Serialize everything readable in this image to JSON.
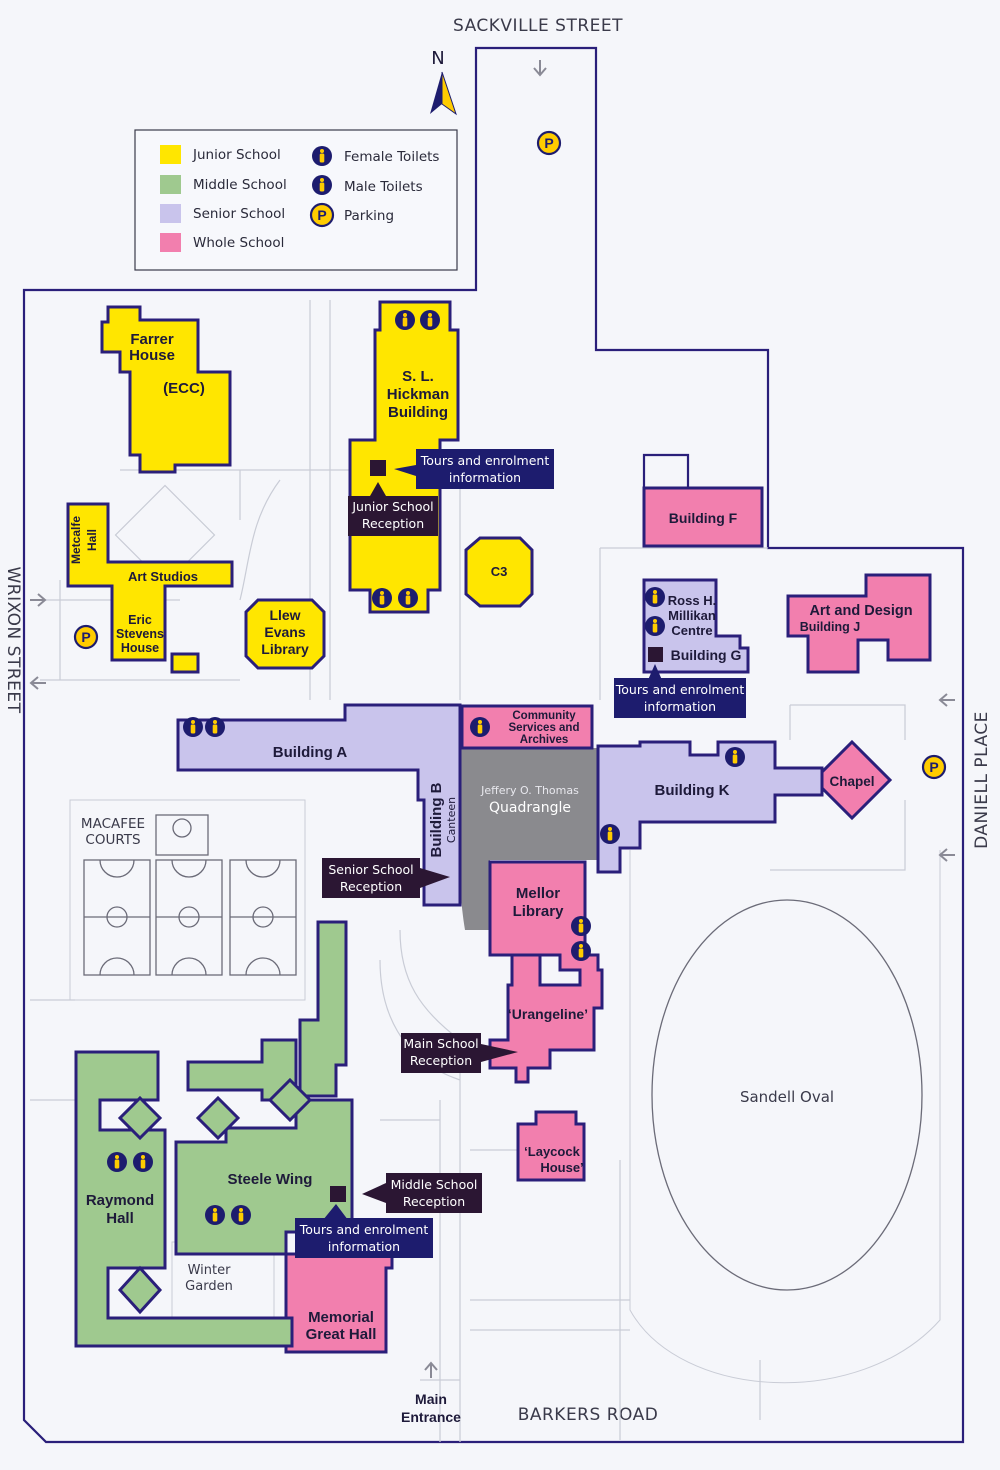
{
  "streets": {
    "north": "SACKVILLE STREET",
    "south": "BARKERS ROAD",
    "east": "DANIELL PLACE",
    "west": "WRIXON STREET"
  },
  "compass": "N",
  "legend": {
    "items": [
      {
        "label": "Junior School",
        "color": "#ffe600"
      },
      {
        "label": "Middle School",
        "color": "#9fc98f"
      },
      {
        "label": "Senior School",
        "color": "#c9c4ec"
      },
      {
        "label": "Whole School",
        "color": "#f27fae"
      }
    ],
    "icons": [
      {
        "label": "Female Toilets",
        "icon": "female-toilet-icon"
      },
      {
        "label": "Male Toilets",
        "icon": "male-toilet-icon"
      },
      {
        "label": "Parking",
        "icon": "parking-icon"
      }
    ]
  },
  "buildings": {
    "farrer_1": "Farrer",
    "farrer_2": "House",
    "farrer_3": "(ECC)",
    "hickman_1": "S. L.",
    "hickman_2": "Hickman",
    "hickman_3": "Building",
    "metcalfe_1": "Metcalfe",
    "metcalfe_2": "Hall",
    "art_studios": "Art Studios",
    "eric_1": "Eric",
    "eric_2": "Stevens",
    "eric_3": "House",
    "llew_1": "Llew",
    "llew_2": "Evans",
    "llew_3": "Library",
    "c3": "C3",
    "building_f": "Building F",
    "ross_1": "Ross H.",
    "ross_2": "Millikan",
    "ross_3": "Centre",
    "building_g": "Building G",
    "art_design": "Art and Design",
    "building_j": "Building J",
    "building_a": "Building A",
    "community_1": "Community",
    "community_2": "Services and",
    "community_3": "Archives",
    "building_b": "Building B",
    "canteen": "Canteen",
    "quad_1": "Jeffery O. Thomas",
    "quad_2": "Quadrangle",
    "building_k": "Building K",
    "chapel": "Chapel",
    "mellor_1": "Mellor",
    "mellor_2": "Library",
    "urangeline": "‘Urangeline’",
    "laycock_1": "‘Laycock",
    "laycock_2": "House’",
    "raymond_1": "Raymond",
    "raymond_2": "Hall",
    "steele": "Steele Wing",
    "memorial_1": "Memorial",
    "memorial_2": "Great Hall"
  },
  "areas": {
    "macafee_1": "MACAFEE",
    "macafee_2": "COURTS",
    "winter_1": "Winter",
    "winter_2": "Garden",
    "sandell": "Sandell Oval",
    "main_1": "Main",
    "main_2": "Entrance"
  },
  "callouts": {
    "tours_top_1": "Tours and enrolment",
    "tours_top_2": "information",
    "junior_rec_1": "Junior School",
    "junior_rec_2": "Reception",
    "tours_g_1": "Tours and enrolment",
    "tours_g_2": "information",
    "senior_rec_1": "Senior School",
    "senior_rec_2": "Reception",
    "main_rec_1": "Main School",
    "main_rec_2": "Reception",
    "middle_rec_1": "Middle School",
    "middle_rec_2": "Reception",
    "tours_mid_1": "Tours and enrolment",
    "tours_mid_2": "information"
  },
  "colors": {
    "outline": "#2a1f7a",
    "callout_dark": "#2b1633",
    "callout_blue": "#1d1c6e"
  }
}
